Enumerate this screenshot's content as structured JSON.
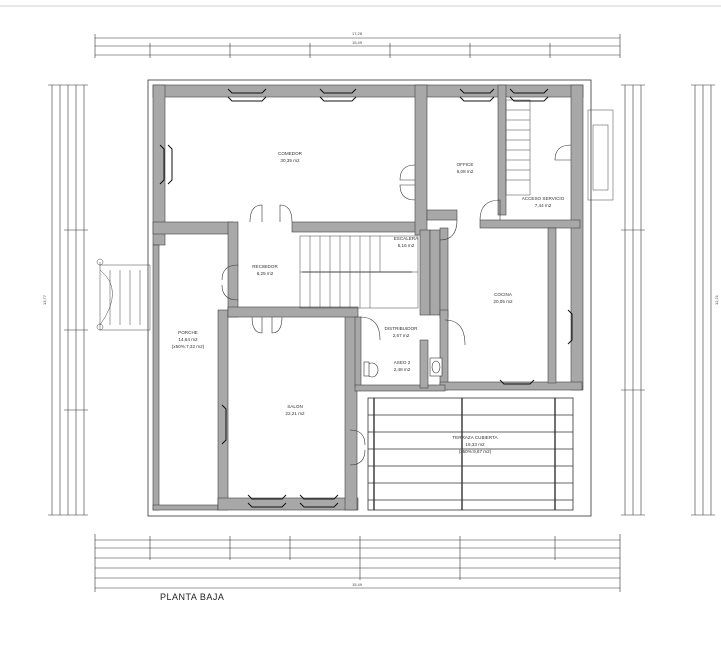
{
  "drawing_title": "PLANTA BAJA",
  "rooms": {
    "comedor": {
      "name": "COMEDOR",
      "area": "30,35 m2"
    },
    "office": {
      "name": "OFFICE",
      "area": "6,08 m2"
    },
    "acceso": {
      "name": "ACCESO SERVICIO",
      "area": "7,44 m2"
    },
    "escalera": {
      "name": "ESCALERA",
      "area": "5,16 m2"
    },
    "recibidor": {
      "name": "RECIBIDOR",
      "area": "6,25 m2"
    },
    "cocina": {
      "name": "COCINA",
      "area": "20,05 m2"
    },
    "distribuidor": {
      "name": "DISTRIBUIDOR",
      "area": "2,67 m2"
    },
    "aseo": {
      "name": "ASEO 2",
      "area": "2,48 m2"
    },
    "porche": {
      "name": "PORCHE",
      "area": "14,64 m2",
      "area2": "(x50%:7,32 m2)"
    },
    "salon": {
      "name": "SALON",
      "area": "22,21 m2"
    },
    "terraza": {
      "name": "TERRAZA CUBIERTA",
      "area": "19,33 m2",
      "area2": "(x50%:9,67 m2)"
    }
  },
  "dimensions": {
    "total_width": "17,28",
    "total_width_b": "15,49",
    "total_height": "13,77",
    "total_height_b": "12,21"
  }
}
